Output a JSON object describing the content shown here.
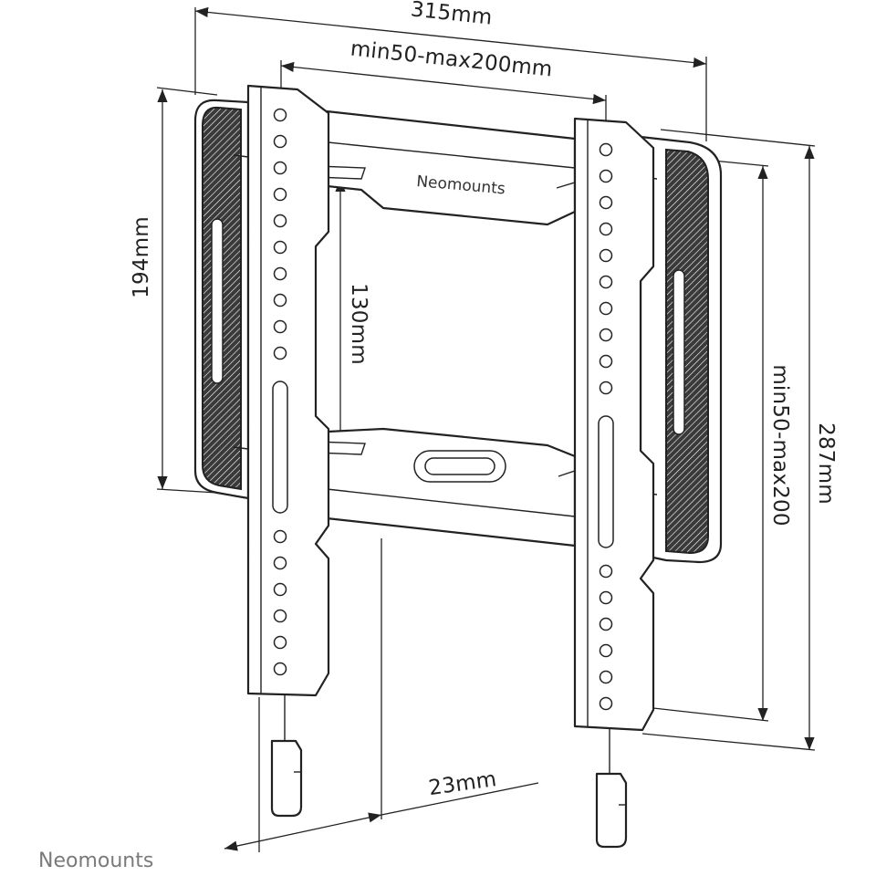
{
  "diagram": {
    "dimensions": {
      "total_width": "315mm",
      "horizontal_range": "min50-max200mm",
      "left_height": "194mm",
      "inner_height": "130mm",
      "vertical_range": "min50-max200",
      "total_height": "287mm",
      "depth": "23mm"
    },
    "product_logo": "Neomounts",
    "brand": "Neomounts"
  }
}
